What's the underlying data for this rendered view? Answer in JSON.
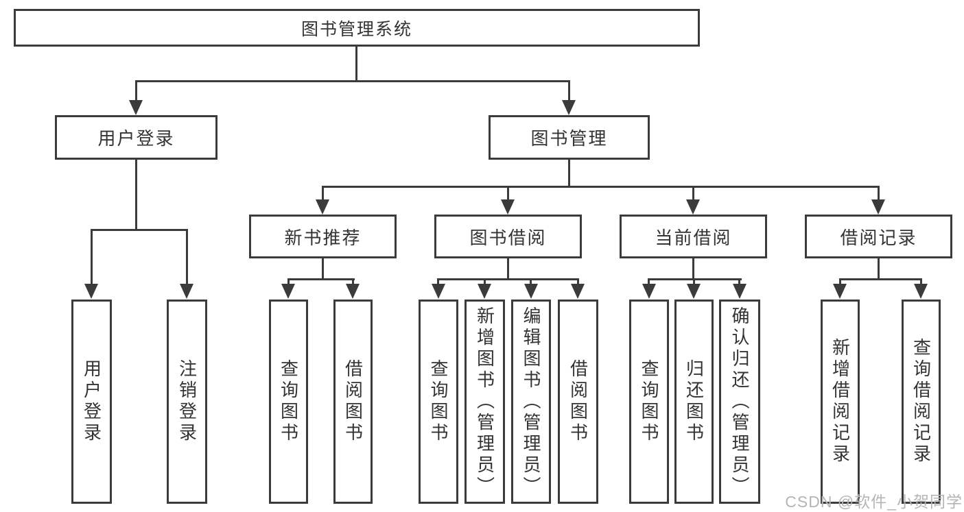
{
  "tree": {
    "root": {
      "label": "图书管理系统"
    },
    "level2": [
      {
        "label": "用户登录"
      },
      {
        "label": "图书管理"
      }
    ],
    "level3": [
      {
        "label": "新书推荐",
        "parent": "图书管理"
      },
      {
        "label": "图书借阅",
        "parent": "图书管理"
      },
      {
        "label": "当前借阅",
        "parent": "图书管理"
      },
      {
        "label": "借阅记录",
        "parent": "图书管理"
      }
    ],
    "leaves": [
      {
        "label": "用户登录",
        "parent": "用户登录"
      },
      {
        "label": "注销登录",
        "parent": "用户登录"
      },
      {
        "label": "查询图书",
        "parent": "新书推荐"
      },
      {
        "label": "借阅图书",
        "parent": "新书推荐"
      },
      {
        "label": "查询图书",
        "parent": "图书借阅"
      },
      {
        "label": "新增图书（管理员）",
        "parent": "图书借阅"
      },
      {
        "label": "编辑图书（管理员）",
        "parent": "图书借阅"
      },
      {
        "label": "借阅图书",
        "parent": "图书借阅"
      },
      {
        "label": "查询图书",
        "parent": "当前借阅"
      },
      {
        "label": "归还图书",
        "parent": "当前借阅"
      },
      {
        "label": "确认归还（管理员）",
        "parent": "当前借阅"
      },
      {
        "label": "新增借阅记录",
        "parent": "借阅记录"
      },
      {
        "label": "查询借阅记录",
        "parent": "借阅记录"
      }
    ]
  },
  "watermark": {
    "text": "CSDN @软件_小贺同学"
  },
  "colors": {
    "line": "#3b3b3b",
    "text": "#333333",
    "watermark": "#b5b5b5",
    "bg": "#ffffff"
  }
}
